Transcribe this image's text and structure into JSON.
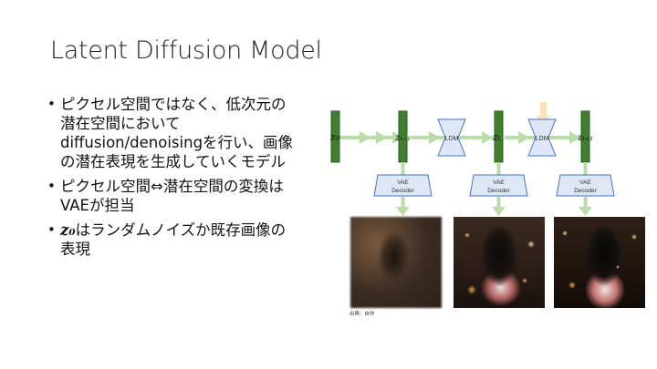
{
  "slide": {
    "title": "Latent Diffusion Model",
    "bullets": [
      {
        "text": "ピクセル空間ではなく、低次元の潜在空間においてdiffusion/denoisingを行い、画像の潜在表現を生成していくモデル"
      },
      {
        "text": "ピクセル空間⇔潜在空間の変換はVAEが担当"
      },
      {
        "math": "z₀",
        "text": "はランダムノイズか既存画像の表現"
      }
    ]
  },
  "diagram": {
    "latents": [
      "z₀",
      "zₜ₋₁",
      "zₜ",
      "zₜ₊₁"
    ],
    "ldm_label": "LDM",
    "decoder_line1": "VAE",
    "decoder_line2": "Decoder",
    "colors": {
      "bar_fill": "#3f7f2e",
      "arrow": "#b9dca8",
      "decoder_fill": "#dde7f5",
      "decoder_stroke": "#4472c4",
      "ldm_fill": "#dde7f5",
      "cond_arrow": "#fbe0b8"
    }
  },
  "images": [
    {
      "icon": "blurry-portrait-image"
    },
    {
      "icon": "partially-denoised-portrait-image"
    },
    {
      "icon": "denoised-portrait-image"
    }
  ],
  "source_note": "出典：自作"
}
